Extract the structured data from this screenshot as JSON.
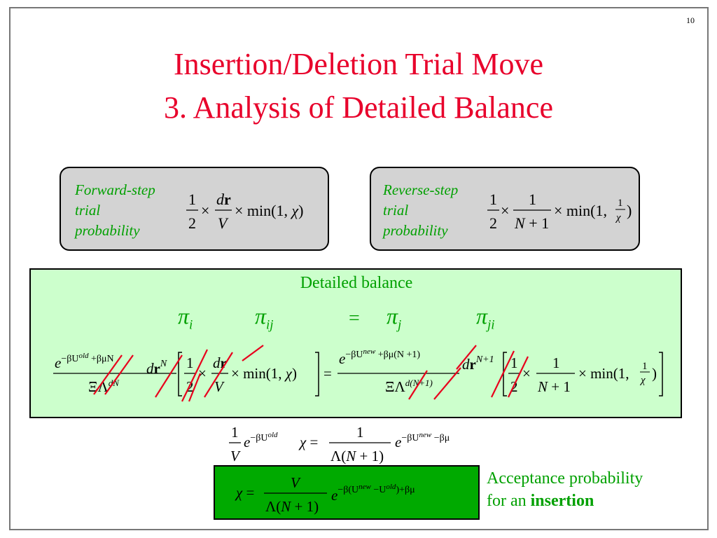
{
  "slide": {
    "number": "10",
    "title_line1": "Insertion/Deletion Trial Move",
    "title_line2": "3.  Analysis of Detailed Balance"
  },
  "forward": {
    "label_lines": [
      "Forward-step",
      "trial",
      "probability"
    ]
  },
  "reverse": {
    "label_lines": [
      "Reverse-step",
      "trial",
      "probability"
    ]
  },
  "detailed_balance": {
    "title": "Detailed balance",
    "equals": "="
  },
  "acceptance": {
    "line1": "Acceptance probability",
    "line2_prefix": "for an ",
    "line2_bold": "insertion"
  },
  "colors": {
    "title": "#e8002b",
    "label_green": "#00a000",
    "panel_gray": "#d3d3d3",
    "panel_light_green": "#ccffcc",
    "panel_dark_green": "#00aa00",
    "strike_red": "#e8001c"
  }
}
